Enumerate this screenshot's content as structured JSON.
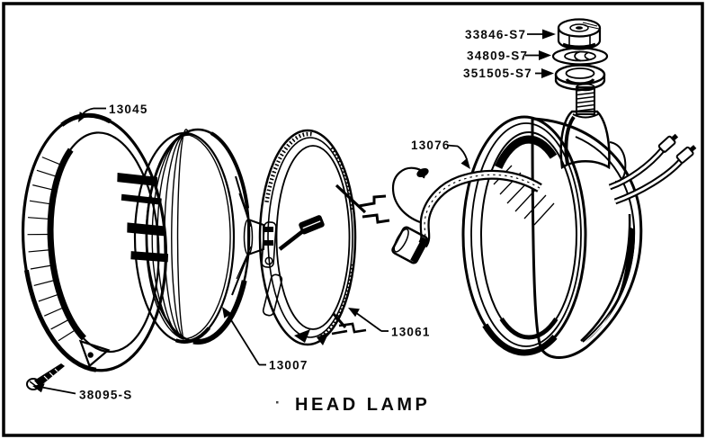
{
  "figure": {
    "title": "HEAD LAMP",
    "callouts": {
      "bezel": "13045",
      "screw": "38095-S",
      "sealed_beam": "13007",
      "retaining_ring": "13061",
      "wiring_harness": "13076",
      "nut": "33846-S7",
      "lock_washer": "34809-S7",
      "washer": "351505-S7"
    },
    "colors": {
      "ink": "#000000",
      "paper": "#ffffff"
    }
  }
}
